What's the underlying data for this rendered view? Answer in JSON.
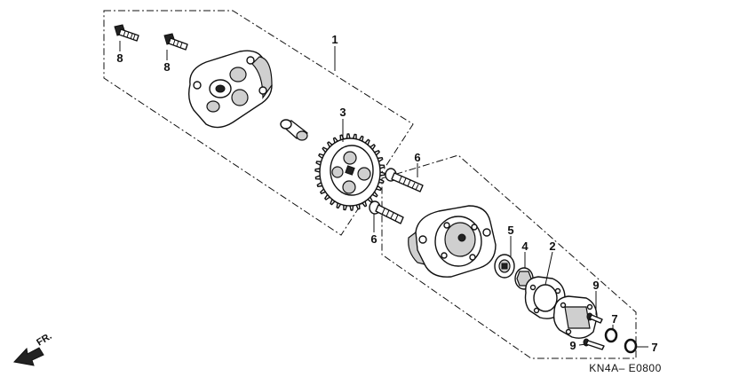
{
  "diagram": {
    "callouts": [
      {
        "id": "c1",
        "label": "1"
      },
      {
        "id": "c2",
        "label": "2"
      },
      {
        "id": "c3",
        "label": "3"
      },
      {
        "id": "c4",
        "label": "4"
      },
      {
        "id": "c5",
        "label": "5"
      },
      {
        "id": "c6a",
        "label": "6"
      },
      {
        "id": "c6b",
        "label": "6"
      },
      {
        "id": "c7a",
        "label": "7"
      },
      {
        "id": "c7b",
        "label": "7"
      },
      {
        "id": "c8a",
        "label": "8"
      },
      {
        "id": "c8b",
        "label": "8"
      },
      {
        "id": "c9a",
        "label": "9"
      },
      {
        "id": "c9b",
        "label": "9"
      }
    ],
    "direction_label": "FR.",
    "drawing_code": "KN4A– E0800"
  }
}
